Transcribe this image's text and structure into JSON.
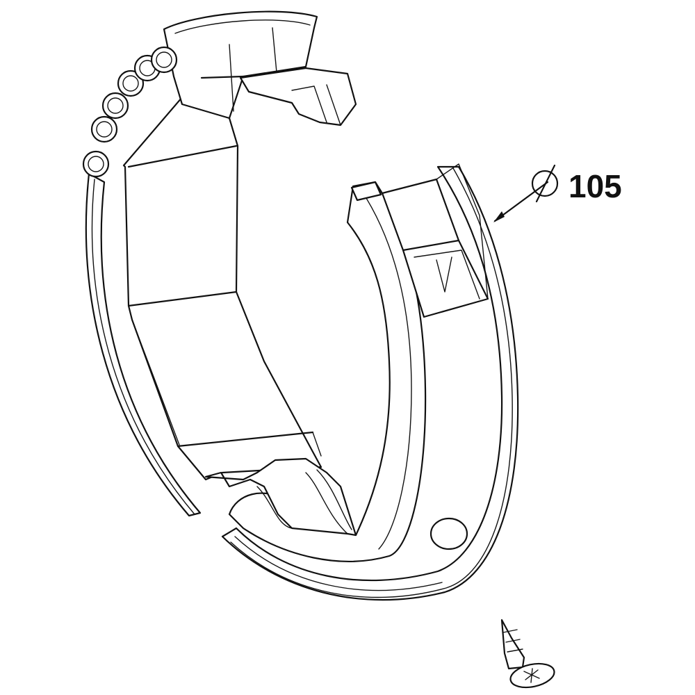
{
  "diagram": {
    "callout_label": "105",
    "parts": [
      "clamp-ring",
      "screw"
    ]
  }
}
